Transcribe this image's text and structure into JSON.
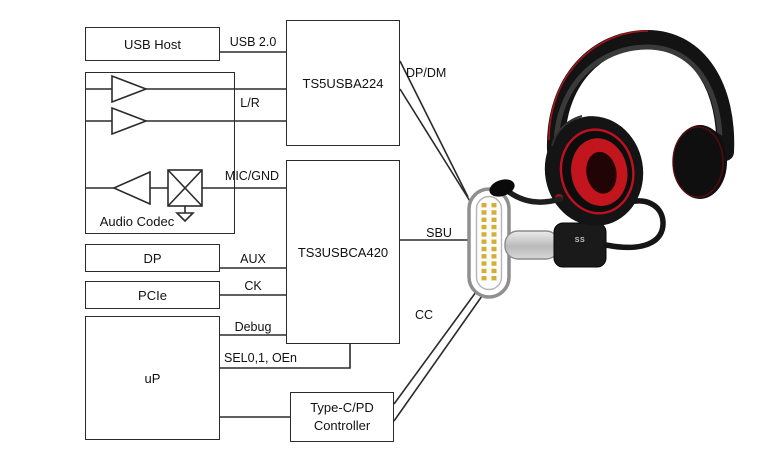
{
  "blocks": {
    "usb_host": "USB Host",
    "audio_codec": "Audio Codec",
    "dp": "DP",
    "pcie": "PCIe",
    "up": "uP",
    "ts5": "TS5USBA224",
    "ts3": "TS3USBCA420",
    "pd_line1": "Type-C/PD",
    "pd_line2": "Controller"
  },
  "signals": {
    "usb2": "USB 2.0",
    "lr": "L/R",
    "mic": "MIC/GND",
    "aux": "AUX",
    "ck": "CK",
    "debug": "Debug",
    "sel": "SEL0,1, OEn",
    "dpdm": "DP/DM",
    "sbu": "SBU",
    "cc": "CC"
  },
  "plug": {
    "marking": "SS"
  },
  "icons": {
    "connector": "usb-c-receptacle-front-view",
    "plug": "usb-c-cable-plug",
    "headset": "gaming-headset-photo"
  },
  "colors": {
    "wire": "#2b2b2b",
    "pin_gold": "#d4af37",
    "headset_red": "#c2151d"
  }
}
